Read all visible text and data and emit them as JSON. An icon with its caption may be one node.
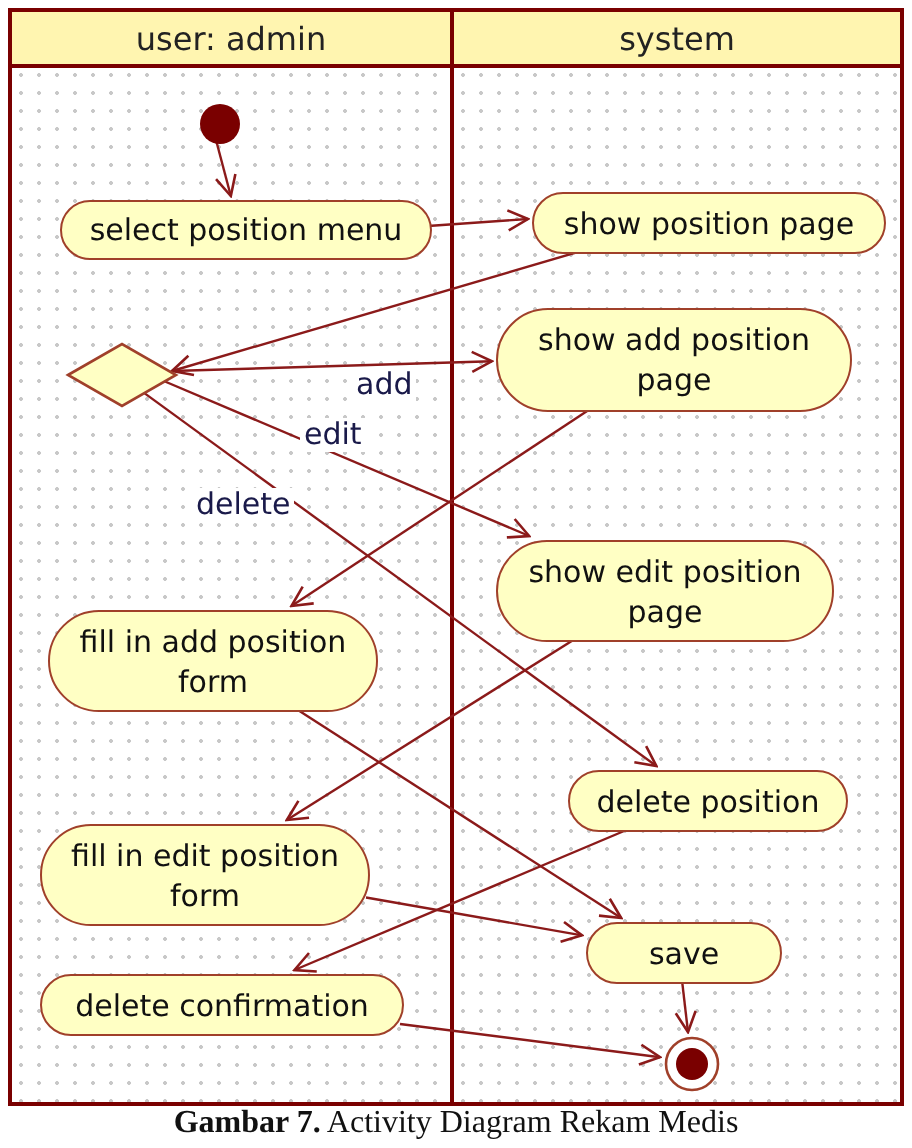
{
  "diagram": {
    "caption": "**Gambar 7.** Activity Diagram Rekam Medis",
    "nodes": [
      {
        "text": [
          "user: admin"
        ]
      },
      {
        "text": [
          "system"
        ]
      },
      {
        "text": [],
        "shape": "circle",
        "in": 0
      },
      {
        "text": [
          "select position menu"
        ],
        "in": 0
      },
      {
        "text": [
          "show position page"
        ],
        "in": 1
      },
      {
        "text": [],
        "shape": "diamond",
        "in": 0
      },
      {
        "text": [
          "show add position page"
        ],
        "in": 1
      },
      {
        "text": [
          "show edit position page"
        ],
        "in": 1
      },
      {
        "text": [
          "fill in add position form"
        ],
        "in": 0
      },
      {
        "text": [
          "delete position"
        ],
        "in": 1
      },
      {
        "text": [
          "fill in edit position form"
        ],
        "in": 0
      },
      {
        "text": [
          "save"
        ],
        "in": 1
      },
      {
        "text": [
          "delete confirmation"
        ],
        "in": 0
      },
      {
        "text": [],
        "shape": "bullseye",
        "in": 1
      }
    ],
    "edges": [
      {
        "from": 2,
        "to": 3,
        "arrow": "to"
      },
      {
        "from": 3,
        "to": 4,
        "arrow": "to"
      },
      {
        "from": 4,
        "to": 5,
        "arrow": "to"
      },
      {
        "from": 5,
        "to": 6,
        "arrow": "to",
        "label": "add"
      },
      {
        "from": 5,
        "to": 7,
        "arrow": "to",
        "label": "edit"
      },
      {
        "from": 5,
        "to": 9,
        "arrow": "to",
        "label": "delete"
      },
      {
        "from": 6,
        "to": 8,
        "arrow": "to"
      },
      {
        "from": 7,
        "to": 10,
        "arrow": "to"
      },
      {
        "from": 8,
        "to": 11,
        "arrow": "to"
      },
      {
        "from": 9,
        "to": 12,
        "arrow": "to"
      },
      {
        "from": 10,
        "to": 11,
        "arrow": "to"
      },
      {
        "from": 11,
        "to": 13,
        "arrow": "to"
      },
      {
        "from": 12,
        "to": 13,
        "arrow": "to"
      }
    ]
  }
}
